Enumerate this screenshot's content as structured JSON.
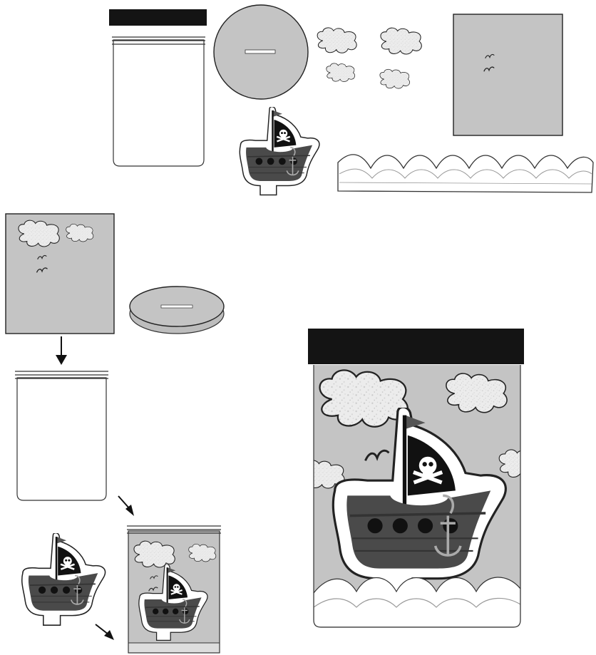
{
  "diagram": {
    "style": "wordless craft instructions (pirate ship jar)",
    "colors": {
      "lid": "#141414",
      "panel": "#c4c4c4",
      "cloud": "#ececec",
      "hull": "#4a4a4a",
      "sail": "#111111",
      "jar_outline": "#333333",
      "water_line": "#999999"
    },
    "steps": [
      {
        "id": "parts",
        "items": [
          "jar-lid",
          "jar",
          "round-disc",
          "cloud-cutouts",
          "grey-panel",
          "ship-cutout",
          "wave-strip"
        ]
      },
      {
        "id": "assemble-background",
        "items": [
          "panel-with-clouds",
          "disc-3d",
          "down-arrow",
          "empty-jar"
        ]
      },
      {
        "id": "insert",
        "items": [
          "ship-cutout",
          "arrows",
          "small-assembled-jar"
        ]
      },
      {
        "id": "result",
        "items": [
          "large-finished-jar"
        ]
      }
    ],
    "icons": [
      "cloud-icon",
      "bird-icon",
      "pirate-ship-icon",
      "skull-crossbones-icon",
      "anchor-icon",
      "wave-icon",
      "arrow-icon"
    ]
  }
}
